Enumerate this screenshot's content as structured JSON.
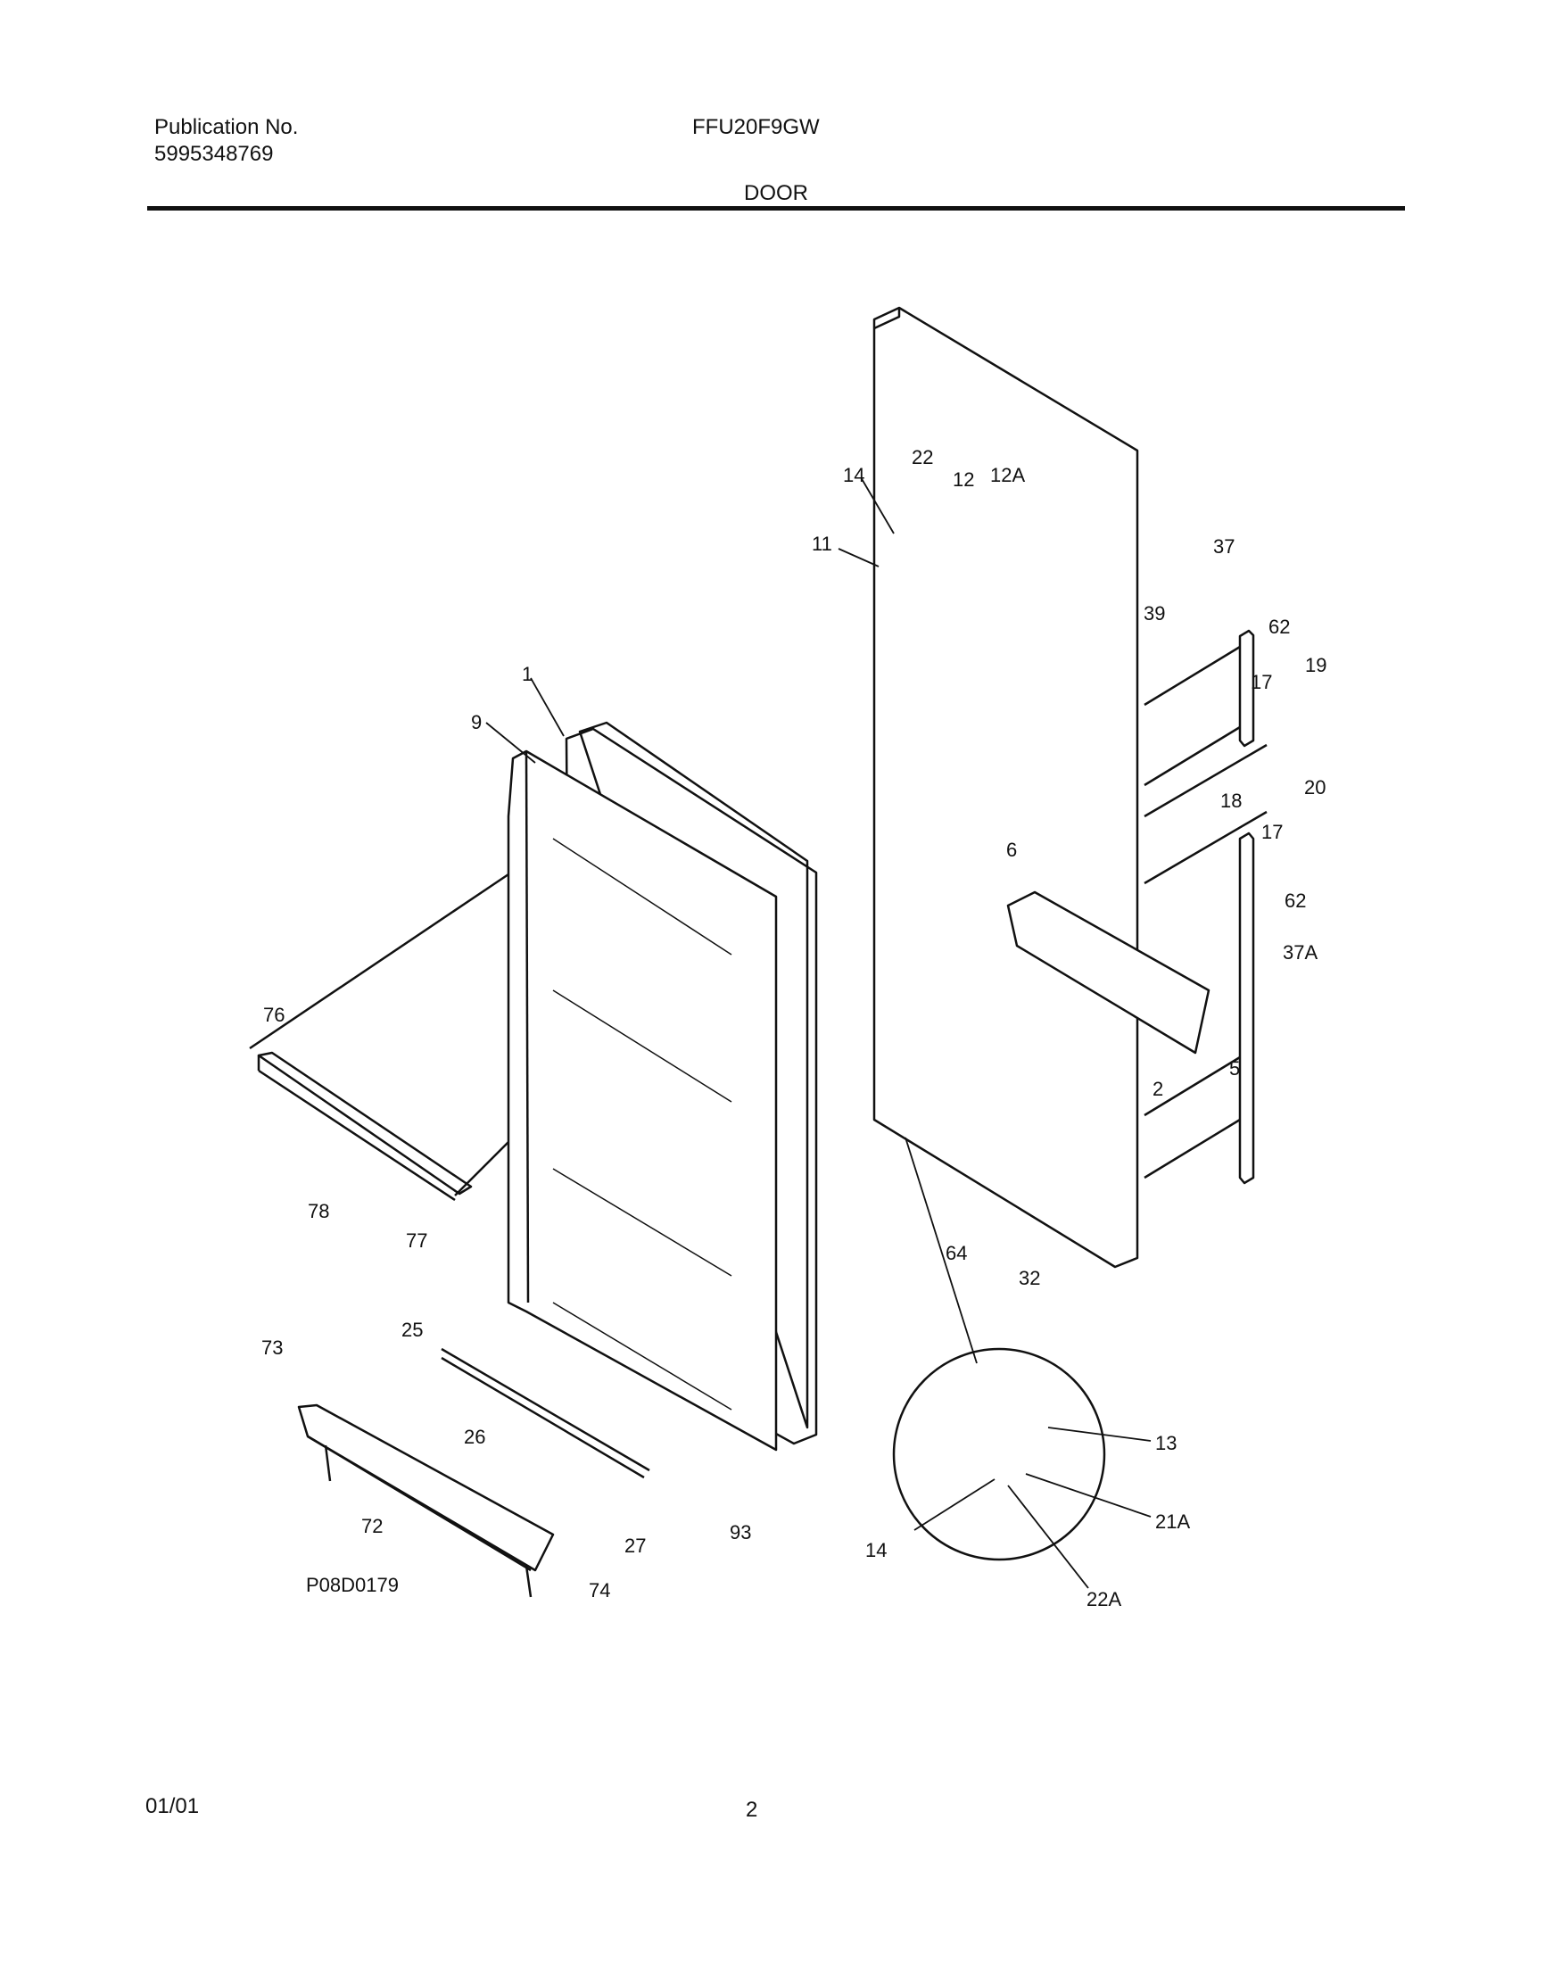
{
  "header": {
    "publication_label": "Publication No.",
    "publication_number": "5995348769",
    "model": "FFU20F9GW",
    "section": "DOOR"
  },
  "diagram": {
    "code": "P08D0179",
    "callouts": [
      "1",
      "2",
      "5",
      "6",
      "9",
      "11",
      "12",
      "12A",
      "13",
      "14",
      "17",
      "18",
      "19",
      "20",
      "21A",
      "22",
      "22A",
      "25",
      "26",
      "27",
      "32",
      "37",
      "37A",
      "39",
      "62",
      "64",
      "72",
      "73",
      "74",
      "76",
      "77",
      "78",
      "93"
    ]
  },
  "footer": {
    "date": "01/01",
    "page": "2"
  }
}
